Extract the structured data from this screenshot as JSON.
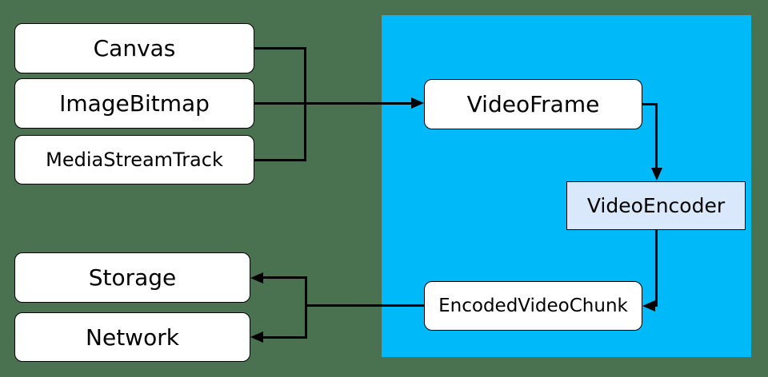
{
  "diagram": {
    "colors": {
      "background": "#4A7150",
      "pipeline_region": "#00B9F8",
      "node_fill": "#FFFFFF",
      "encoder_node_fill": "#DAE8FC",
      "connector": "#000000",
      "text": "#000000"
    },
    "nodes": {
      "canvas": {
        "label": "Canvas"
      },
      "image_bitmap": {
        "label": "ImageBitmap"
      },
      "media_stream_track": {
        "label": "MediaStreamTrack"
      },
      "video_frame": {
        "label": "VideoFrame"
      },
      "video_encoder": {
        "label": "VideoEncoder"
      },
      "encoded_video_chunk": {
        "label": "EncodedVideoChunk"
      },
      "storage": {
        "label": "Storage"
      },
      "network": {
        "label": "Network"
      }
    },
    "edges": [
      {
        "from": "Canvas",
        "to": "VideoFrame"
      },
      {
        "from": "ImageBitmap",
        "to": "VideoFrame"
      },
      {
        "from": "MediaStreamTrack",
        "to": "VideoFrame"
      },
      {
        "from": "VideoFrame",
        "to": "VideoEncoder"
      },
      {
        "from": "VideoEncoder",
        "to": "EncodedVideoChunk"
      },
      {
        "from": "EncodedVideoChunk",
        "to": "Storage"
      },
      {
        "from": "EncodedVideoChunk",
        "to": "Network"
      }
    ]
  }
}
